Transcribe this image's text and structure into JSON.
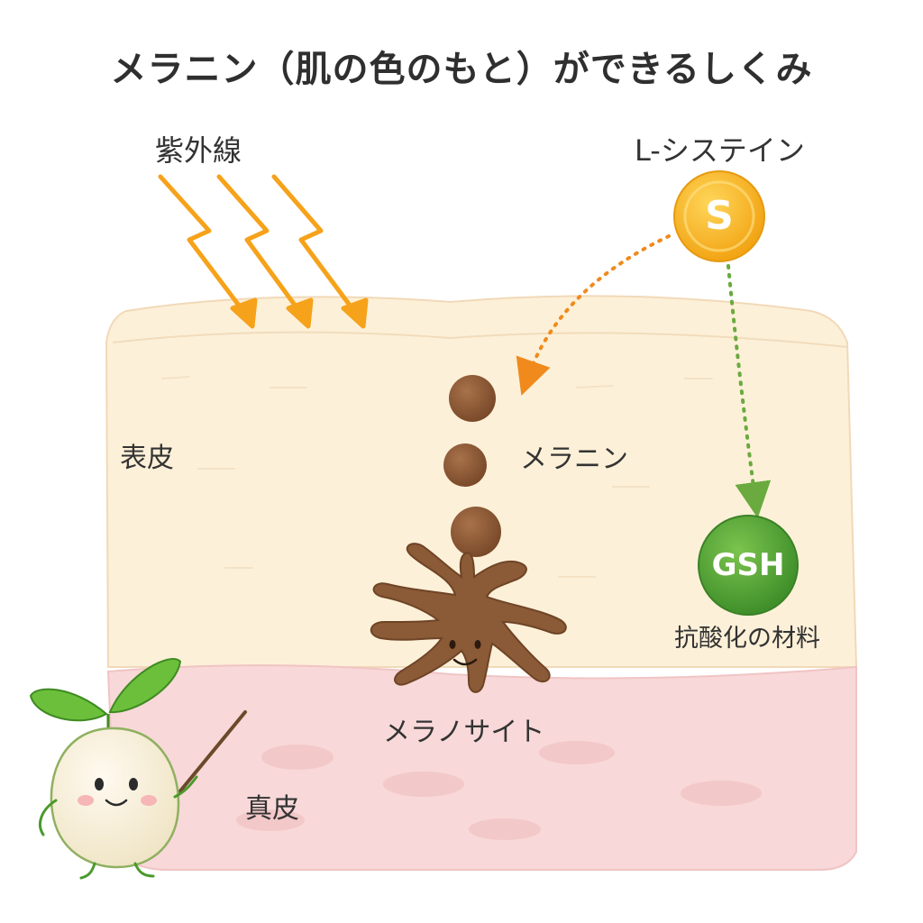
{
  "title": "メラニン（肌の色のもと）ができるしくみ",
  "labels": {
    "uv": "紫外線",
    "cysteine": "L-システイン",
    "cysteine_symbol": "S",
    "epidermis": "表皮",
    "melanin": "メラニン",
    "melanocyte": "メラノサイト",
    "dermis": "真皮",
    "gsh": "GSH",
    "gsh_note": "抗酸化の材料"
  },
  "colors": {
    "uv_arrow": "#f6a21a",
    "epidermis": "#fdf0d8",
    "dermis": "#f8d8d8",
    "melanin": "#8b5a36",
    "cysteine": "#f7b82a",
    "gsh": "#52a83a",
    "orange_path": "#f08a1c",
    "green_path": "#6aaa3f"
  },
  "icons": [
    "lightning-arrow-icon",
    "sulfur-ball-icon",
    "gsh-ball-icon",
    "seed-mascot-icon"
  ]
}
